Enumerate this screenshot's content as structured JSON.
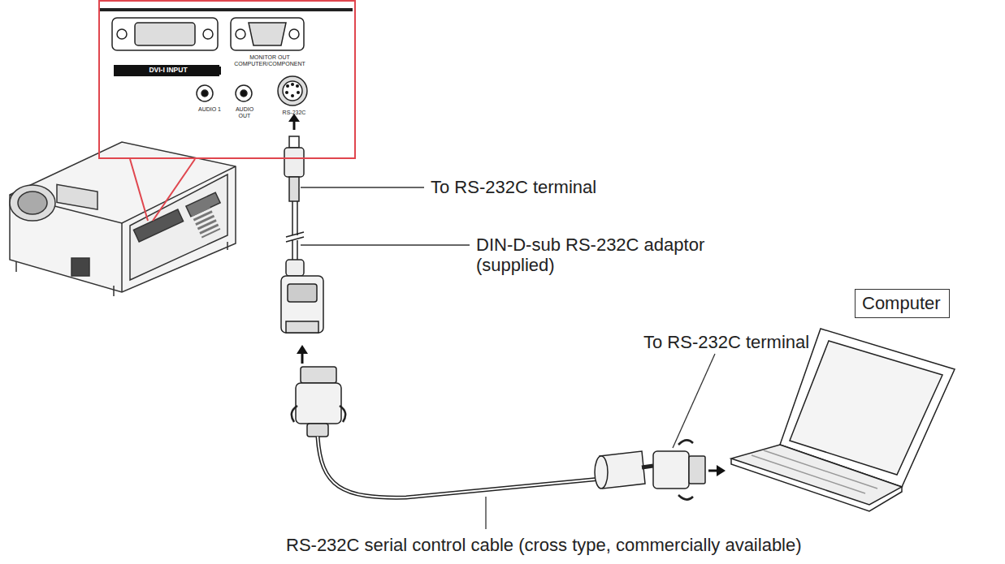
{
  "diagram": {
    "nodes": [
      {
        "text": [
          "DVI-I INPUT",
          "MONITOR OUT COMPUTER/COMPONENT",
          "AUDIO 1",
          "AUDIO OUT",
          "RS-232C"
        ]
      },
      {
        "text": [
          "Computer"
        ]
      }
    ],
    "labels": [
      "To RS-232C terminal",
      "DIN-D-sub RS-232C adaptor (supplied)",
      "To RS-232C terminal",
      "RS-232C serial control cable (cross type, commercially available)"
    ]
  }
}
